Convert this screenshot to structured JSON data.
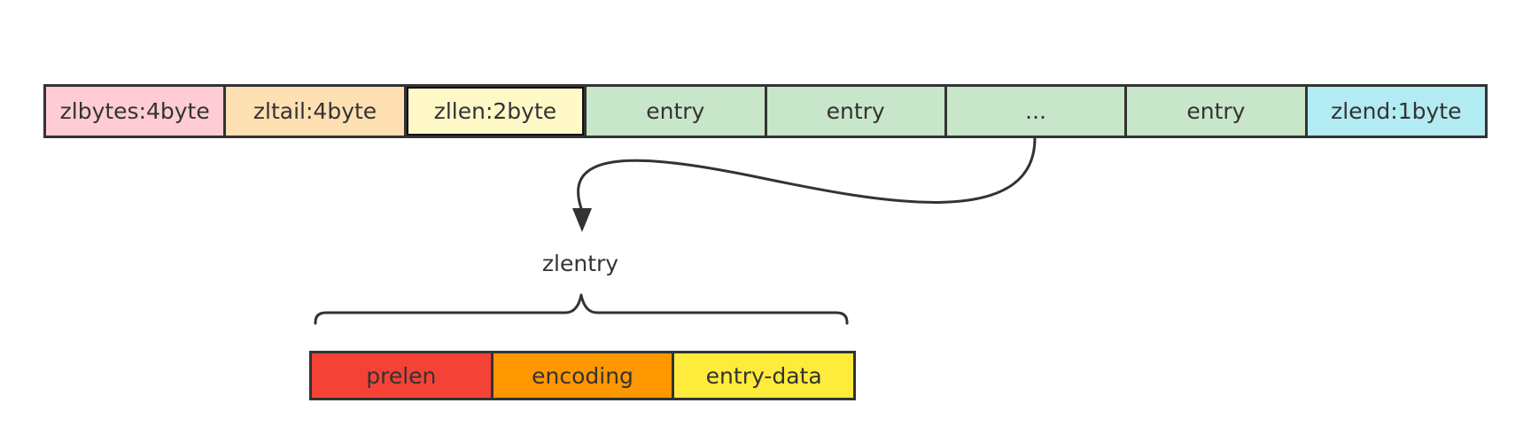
{
  "ziplist": {
    "segments": [
      {
        "label": "zlbytes:4byte",
        "color": "#ffccd5"
      },
      {
        "label": "zltail:4byte",
        "color": "#ffe0b3"
      },
      {
        "label": "zllen:2byte",
        "color": "#fff9c8"
      },
      {
        "label": "entry",
        "color": "#c8e6c9"
      },
      {
        "label": "entry",
        "color": "#c8e6c9"
      },
      {
        "label": "...",
        "color": "#c8e6c9"
      },
      {
        "label": "entry",
        "color": "#c8e6c9"
      },
      {
        "label": "zlend:1byte",
        "color": "#b2ebf2"
      }
    ]
  },
  "zlentry": {
    "title": "zlentry",
    "fields": [
      {
        "label": "prelen",
        "color": "#f44336"
      },
      {
        "label": "encoding",
        "color": "#ff9800"
      },
      {
        "label": "entry-data",
        "color": "#ffeb3b"
      }
    ]
  },
  "colors": {
    "stroke": "#333333",
    "text": "#333333"
  }
}
